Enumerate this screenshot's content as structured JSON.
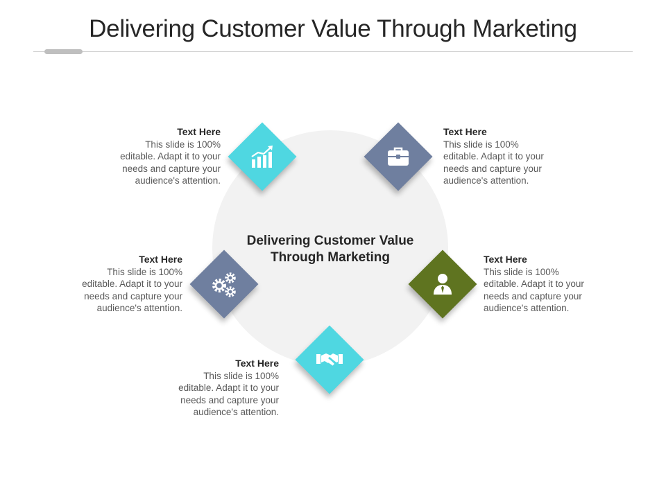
{
  "title": "Delivering Customer Value Through Marketing",
  "center": {
    "line1": "Delivering Customer Value",
    "line2": "Through Marketing"
  },
  "colors": {
    "cyan": "#4fd7e1",
    "slate": "#6f7f9f",
    "olive": "#5f7420",
    "circle": "#f2f2f2"
  },
  "items": [
    {
      "icon": "bar-chart-icon",
      "heading": "Text Here",
      "body": [
        "This slide is 100%",
        "editable. Adapt it to your",
        "needs and capture your",
        "audience's attention."
      ]
    },
    {
      "icon": "briefcase-icon",
      "heading": "Text Here",
      "body": [
        "This slide is 100%",
        "editable. Adapt it to your",
        "needs and capture your",
        "audience's attention."
      ]
    },
    {
      "icon": "gears-icon",
      "heading": "Text Here",
      "body": [
        "This slide is 100%",
        "editable. Adapt it to your",
        "needs and capture your",
        "audience's attention."
      ]
    },
    {
      "icon": "person-icon",
      "heading": "Text Here",
      "body": [
        "This slide is 100%",
        "editable. Adapt it to your",
        "needs and capture your",
        "audience's attention."
      ]
    },
    {
      "icon": "handshake-icon",
      "heading": "Text Here",
      "body": [
        "This slide is 100%",
        "editable. Adapt it to your",
        "needs and capture your",
        "audience's attention."
      ]
    }
  ]
}
